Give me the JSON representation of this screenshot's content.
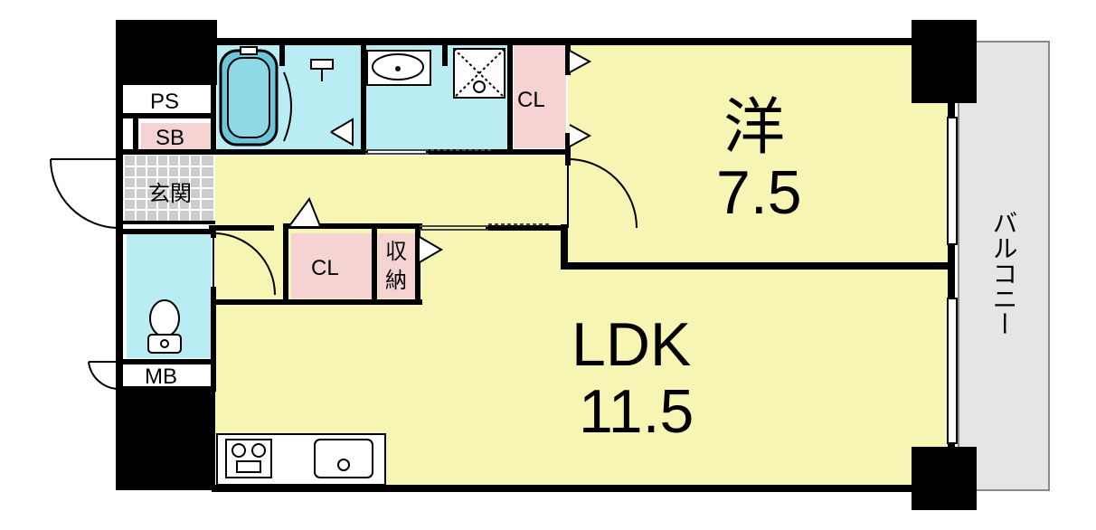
{
  "rooms": {
    "western": {
      "label": "洋",
      "size": "7.5"
    },
    "ldk": {
      "label": "LDK",
      "size": "11.5"
    },
    "entrance": {
      "label": "玄関"
    },
    "ps": {
      "label": "PS"
    },
    "sb": {
      "label": "SB"
    },
    "mb": {
      "label": "MB"
    },
    "closet_top": {
      "label": "CL"
    },
    "closet_mid": {
      "label": "CL"
    },
    "storage": {
      "label_line1": "収",
      "label_line2": "納"
    },
    "balcony": {
      "label": "バルコニー"
    }
  },
  "colors": {
    "wall": "#000000",
    "room_yellow": "#f7f5b4",
    "wet_area_blue": "#b9ecf3",
    "closet_pink": "#f6d3d3",
    "balcony_gray": "#e5e5e5",
    "entrance_floor": "#cccccc",
    "bathtub_blue": "#6cc7d8"
  }
}
